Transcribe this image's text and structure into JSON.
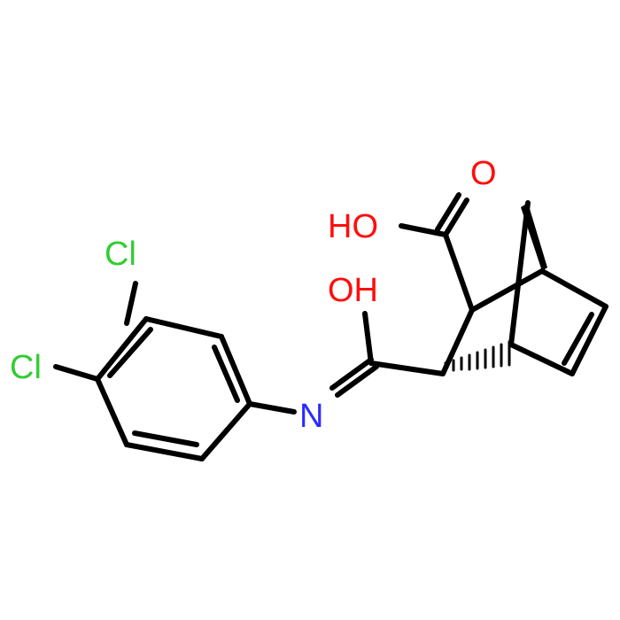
{
  "molecule": {
    "atoms": {
      "cl_top": {
        "text": "Cl",
        "color": "#33cc33"
      },
      "cl_left": {
        "text": "Cl",
        "color": "#33cc33"
      },
      "n": {
        "text": "N",
        "color": "#2b2bff"
      },
      "oh_imidic": {
        "text": "OH",
        "color": "#ff0d0d"
      },
      "oh_acid": {
        "text": "HO",
        "color": "#ff0d0d"
      },
      "o_carbonyl": {
        "text": "O",
        "color": "#ff0d0d"
      }
    },
    "bond_color": "#000000"
  }
}
